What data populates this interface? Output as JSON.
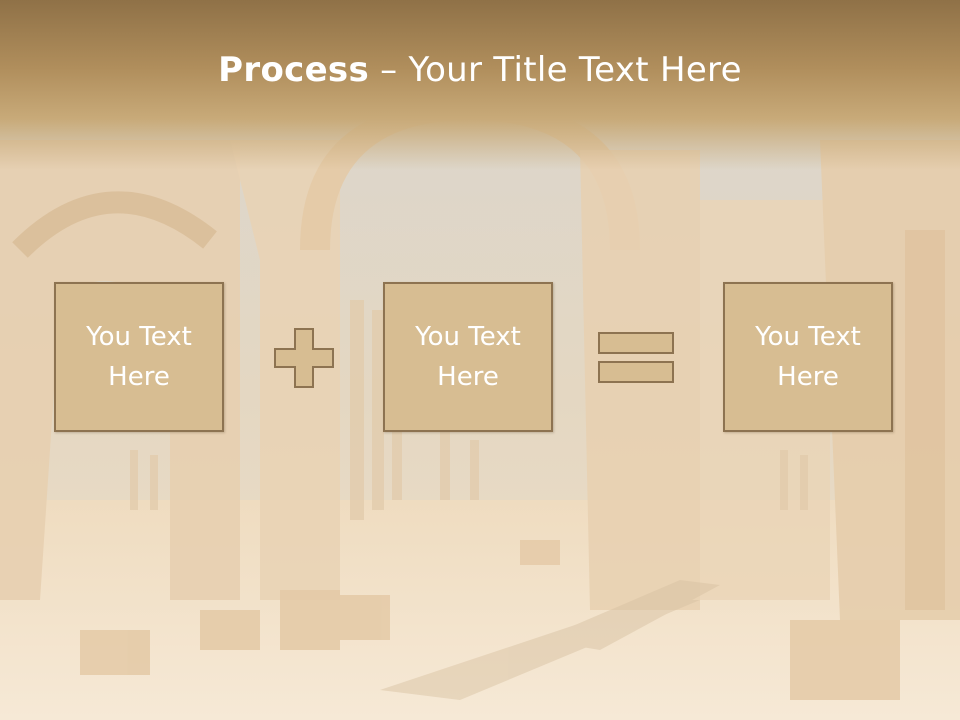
{
  "title": {
    "bold": "Process",
    "rest": " – Your Title Text Here"
  },
  "boxes": [
    {
      "line1": "You Text",
      "line2": "Here"
    },
    {
      "line1": "You Text",
      "line2": "Here"
    },
    {
      "line1": "You Text",
      "line2": "Here"
    }
  ],
  "operators": [
    "plus-icon",
    "equals-icon"
  ],
  "colors": {
    "title_band": "#a98754",
    "box_fill": "#d7bd92",
    "box_border": "#8d7351",
    "text": "#ffffff"
  }
}
